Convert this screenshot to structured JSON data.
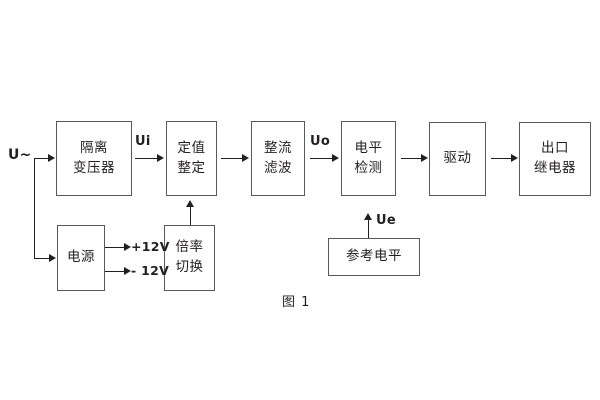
{
  "figure": {
    "caption": "图 1",
    "background_color": "#ffffff",
    "stroke_color": "#58595b",
    "line_color": "#231f20"
  },
  "blocks": [
    {
      "id": "isolation-transformer",
      "lines": [
        "隔离",
        "变压器"
      ]
    },
    {
      "id": "setting-value",
      "lines": [
        "定值",
        "整定"
      ]
    },
    {
      "id": "rectifier-filter",
      "lines": [
        "整流",
        "滤波"
      ]
    },
    {
      "id": "level-detection",
      "lines": [
        "电平",
        "检测"
      ]
    },
    {
      "id": "driver",
      "lines": [
        "驱动"
      ]
    },
    {
      "id": "output-relay",
      "lines": [
        "出口",
        "继电器"
      ]
    },
    {
      "id": "power-supply",
      "lines": [
        "电源"
      ]
    },
    {
      "id": "multiplier-switch",
      "lines": [
        "倍率",
        "切换"
      ]
    },
    {
      "id": "reference-level",
      "lines": [
        "参考电平"
      ]
    }
  ],
  "signals": {
    "input": "U~",
    "ui": "Ui",
    "uo": "Uo",
    "ue": "Ue",
    "rail_positive": "+12V",
    "rail_negative": "- 12V"
  }
}
